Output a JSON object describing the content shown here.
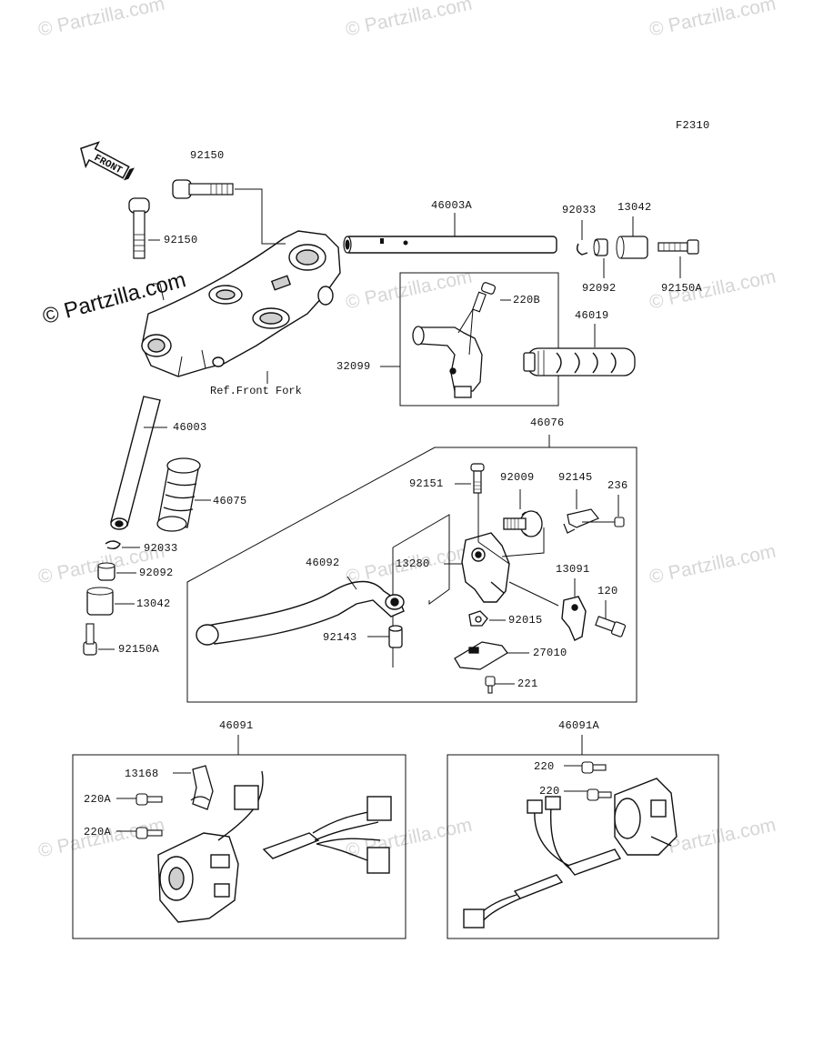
{
  "diagram_code": "F2310",
  "watermark_text": "© Partzilla.com",
  "direction_label": "FRONT",
  "reference_label": "Ref.Front Fork",
  "part_labels": {
    "p92150_top": "92150",
    "p92150_left": "92150",
    "p46003A": "46003A",
    "p92033_right": "92033",
    "p13042_right": "13042",
    "p92092_right": "92092",
    "p92150A_right": "92150A",
    "p220B": "220B",
    "p32099": "32099",
    "p46019": "46019",
    "p46003": "46003",
    "p46075": "46075",
    "p92033_left": "92033",
    "p92092_left": "92092",
    "p13042_left": "13042",
    "p92150A_left": "92150A",
    "p46076": "46076",
    "p92151": "92151",
    "p92009": "92009",
    "p92145": "92145",
    "p236": "236",
    "p46092": "46092",
    "p13280": "13280",
    "p13091": "13091",
    "p120": "120",
    "p92015": "92015",
    "p92143": "92143",
    "p27010": "27010",
    "p221": "221",
    "p46091": "46091",
    "p46091A": "46091A",
    "p13168": "13168",
    "p220A_1": "220A",
    "p220A_2": "220A",
    "p220_1": "220",
    "p220_2": "220"
  },
  "colors": {
    "line": "#111111",
    "watermark": "#d6d6d6",
    "part_fill": "#ffffff",
    "shade": "#cfcfcf"
  }
}
